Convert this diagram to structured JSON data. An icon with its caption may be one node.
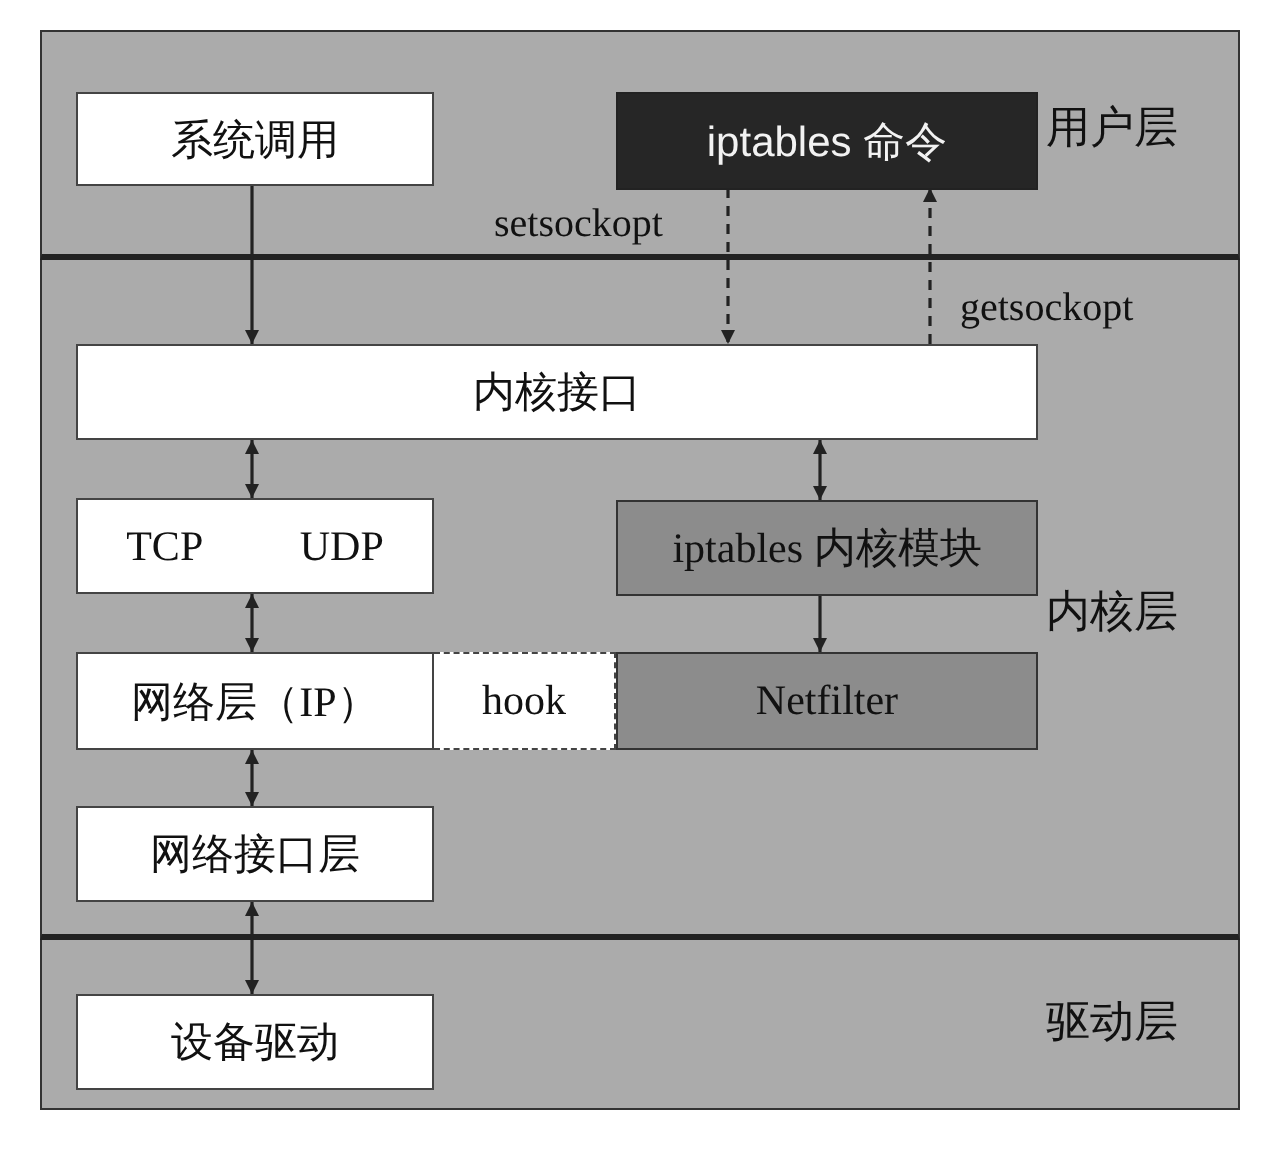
{
  "diagram": {
    "nodes": [
      {
        "text": [
          "用户层"
        ]
      },
      {
        "text": [
          "内核层"
        ]
      },
      {
        "text": [
          "驱动层"
        ]
      },
      {
        "text": [
          "系统调用"
        ],
        "in": 0
      },
      {
        "text": [
          "iptables 命令"
        ],
        "in": 0
      },
      {
        "text": [
          "内核接口"
        ],
        "in": 1
      },
      {
        "text": [
          "TCP",
          "UDP"
        ],
        "in": 1
      },
      {
        "text": [
          "iptables 内核模块"
        ],
        "in": 1
      },
      {
        "text": [
          "网络层（IP）"
        ],
        "in": 1
      },
      {
        "text": [
          "hook"
        ],
        "in": 1
      },
      {
        "text": [
          "Netfilter"
        ],
        "in": 1
      },
      {
        "text": [
          "网络接口层"
        ],
        "in": 1
      },
      {
        "text": [
          "设备驱动"
        ],
        "in": 2
      }
    ],
    "edges": [
      {
        "from": 3,
        "to": 5,
        "arrow": "to"
      },
      {
        "from": 4,
        "to": 5,
        "arrow": "to",
        "style": "dashed",
        "label": "setsockopt"
      },
      {
        "from": 5,
        "to": 4,
        "arrow": "to",
        "style": "dashed",
        "label": "getsockopt"
      },
      {
        "from": 5,
        "to": 6,
        "arrow": "both"
      },
      {
        "from": 5,
        "to": 7,
        "arrow": "both"
      },
      {
        "from": 6,
        "to": 8,
        "arrow": "both"
      },
      {
        "from": 7,
        "to": 10,
        "arrow": "to"
      },
      {
        "from": 8,
        "to": 11,
        "arrow": "both"
      },
      {
        "from": 11,
        "to": 12,
        "arrow": "both"
      }
    ]
  }
}
